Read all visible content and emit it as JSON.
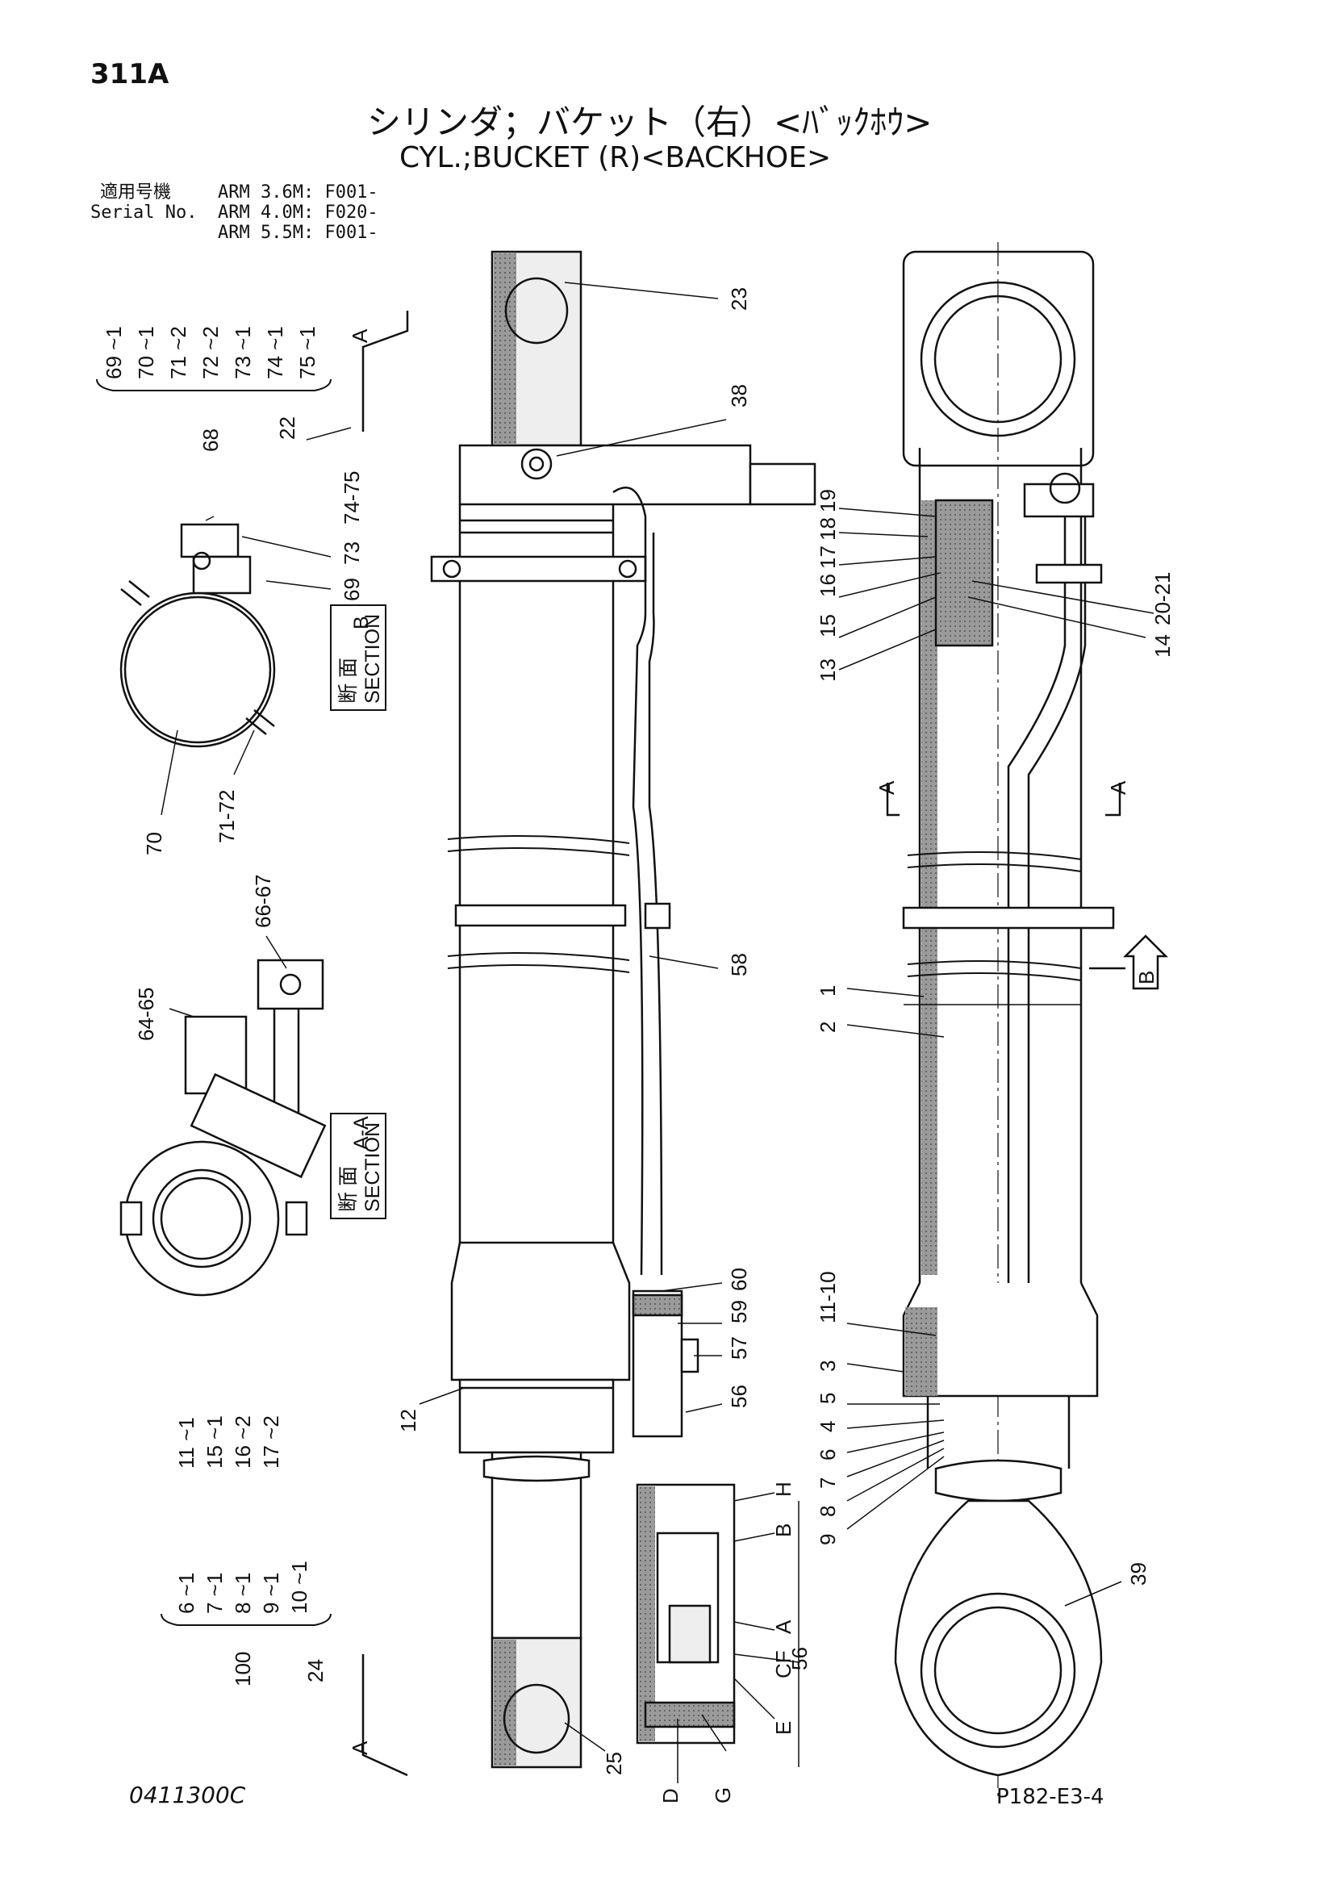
{
  "header": {
    "page_code": "311A",
    "title_jp": "シリンダ；バケット（右）<ﾊﾞｯｸﾎｳ>",
    "title_en": "CYL.;BUCKET (R)<BACKHOE>"
  },
  "serial_info": {
    "label_jp": "適用号機",
    "label_en": "Serial No.",
    "rows": [
      "ARM 3.6M: F001-",
      "ARM 4.0M: F020-",
      "ARM 5.5M: F001-"
    ]
  },
  "section_labels": {
    "section_b_jp": "断 面",
    "section_b_en": "SECTION",
    "section_b_letter": "B",
    "section_aa_jp": "断 面",
    "section_aa_en": "SECTION",
    "section_aa_letter": "A-A",
    "marker_a": "A",
    "marker_b": "B"
  },
  "kit_68": {
    "number": "68",
    "items": [
      "69 ~1",
      "70 ~1",
      "71 ~2",
      "72 ~2",
      "73 ~1",
      "74 ~1",
      "75 ~1"
    ]
  },
  "kit_100": {
    "number": "100",
    "items": [
      "6 ~1",
      "7 ~1",
      "8 ~1",
      "9 ~1",
      "10 ~1",
      "11 ~1",
      "15 ~1",
      "16 ~2",
      "17 ~2"
    ]
  },
  "callouts": {
    "c23": "23",
    "c38": "38",
    "c22": "22",
    "c74_75": "74-75",
    "c73": "73",
    "c69": "69",
    "c70": "70",
    "c71_72": "71-72",
    "c66_67": "66-67",
    "c64_65": "64-65",
    "c58": "58",
    "c60": "60",
    "c59": "59",
    "c57": "57",
    "c56": "56",
    "c12": "12",
    "c24": "24",
    "c25": "25",
    "c19": "19",
    "c18": "18",
    "c17": "17",
    "c16": "16",
    "c15": "15",
    "c13": "13",
    "c14": "14",
    "c20_21": "20-21",
    "c1": "1",
    "c2": "2",
    "c11_10": "11-10",
    "c3": "3",
    "c5": "5",
    "c4": "4",
    "c6": "6",
    "c7": "7",
    "c8": "8",
    "c9": "9",
    "c39": "39",
    "c56b": "56",
    "H": "H",
    "B": "B",
    "A": "A",
    "CF": "CF",
    "C": "C",
    "F": "F",
    "E": "E",
    "D": "D",
    "G": "G"
  },
  "footer": {
    "drawing_no": "0411300C",
    "page_ref": "P182-E3-4"
  }
}
